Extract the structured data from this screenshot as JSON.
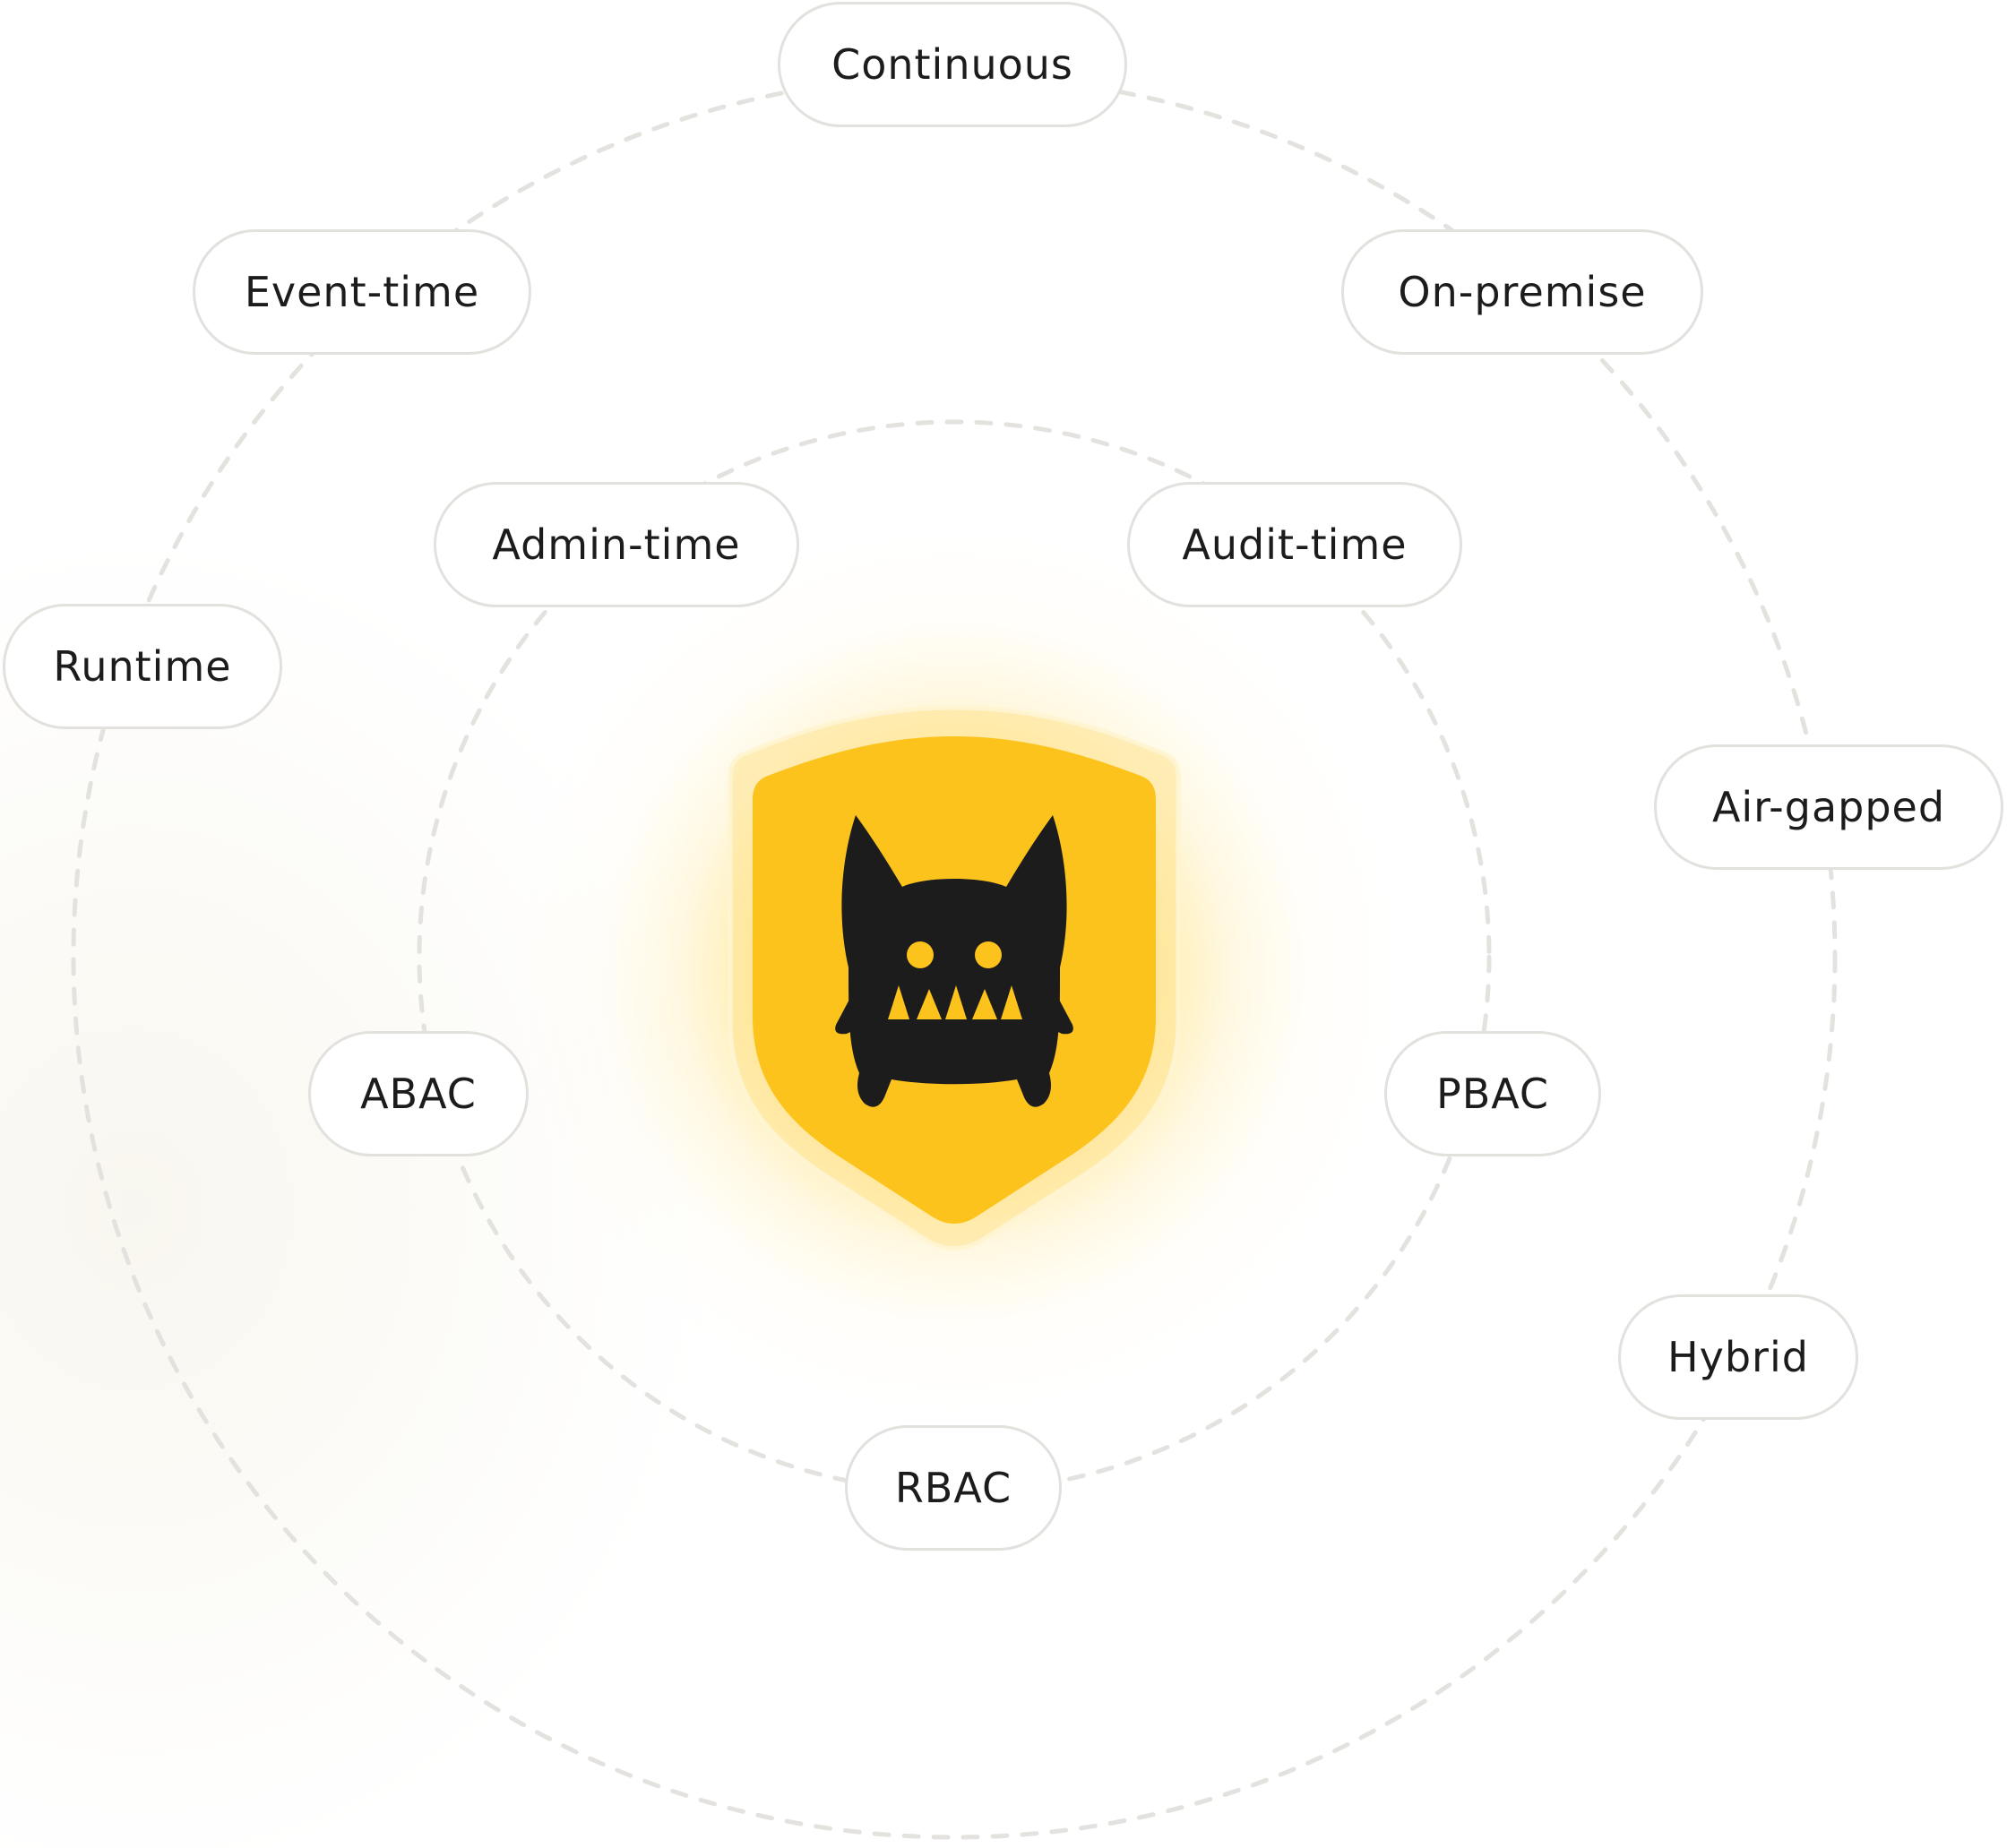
{
  "center": {
    "logo_icon": "monster-shield-icon",
    "shield_color": "#fdc31d",
    "monster_color": "#1c1c1c"
  },
  "labels": {
    "continuous": "Continuous",
    "event_time": "Event-time",
    "on_premise": "On-premise",
    "admin_time": "Admin-time",
    "audit_time": "Audit-time",
    "runtime": "Runtime",
    "air_gapped": "Air-gapped",
    "abac": "ABAC",
    "pbac": "PBAC",
    "hybrid": "Hybrid",
    "rbac": "RBAC"
  },
  "colors": {
    "accent": "#fdc31d",
    "ring": "#e4e2de",
    "pill_border": "#e2e1dd",
    "text": "#1c1c1c"
  }
}
